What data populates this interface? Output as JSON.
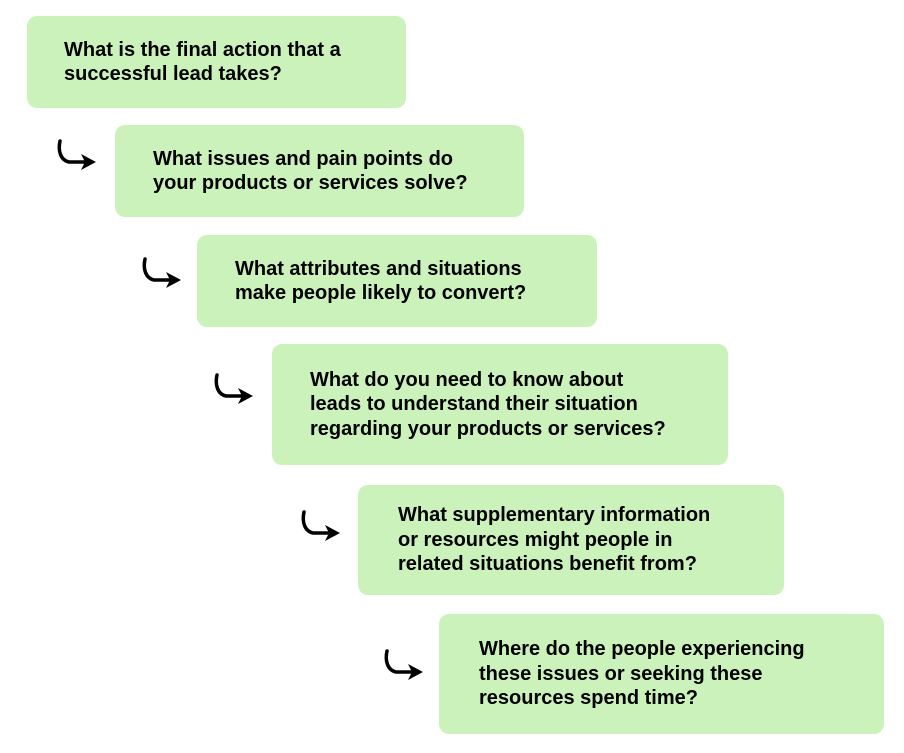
{
  "steps": [
    {
      "text": "What is the final action that a\nsuccessful lead takes?"
    },
    {
      "text": "What issues and pain points do\nyour products or services solve?"
    },
    {
      "text": "What attributes and situations\nmake people likely to convert?"
    },
    {
      "text": "What do you need to know about\nleads to understand their situation\nregarding your products or services?"
    },
    {
      "text": "What supplementary information\nor resources might people in\nrelated situations benefit from?"
    },
    {
      "text": "Where do the people experiencing\nthese issues or seeking these\nresources spend time?"
    }
  ],
  "colors": {
    "box_fill": "#ccf2bb",
    "text": "#000000",
    "arrow": "#000000"
  },
  "icons": {
    "connector": "curved-arrow-down-right-icon"
  }
}
